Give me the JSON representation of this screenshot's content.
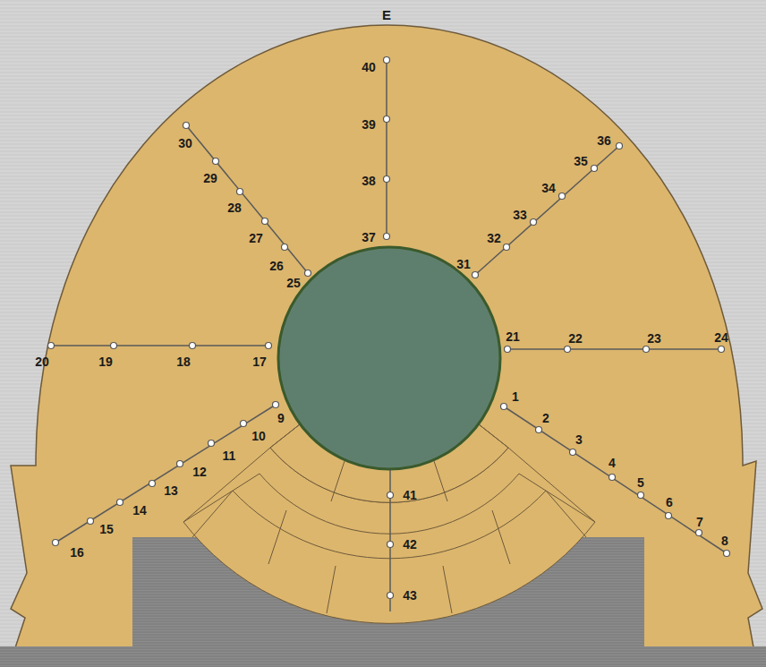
{
  "diagram": {
    "labels": [
      "E",
      "1",
      "2",
      "3",
      "4",
      "5",
      "6",
      "7",
      "8",
      "9",
      "10",
      "11",
      "12",
      "13",
      "14",
      "15",
      "16",
      "17",
      "18",
      "19",
      "20",
      "21",
      "22",
      "23",
      "24",
      "25",
      "26",
      "27",
      "28",
      "29",
      "30",
      "31",
      "32",
      "33",
      "34",
      "35",
      "36",
      "37",
      "38",
      "39",
      "40",
      "41",
      "42",
      "43"
    ]
  }
}
